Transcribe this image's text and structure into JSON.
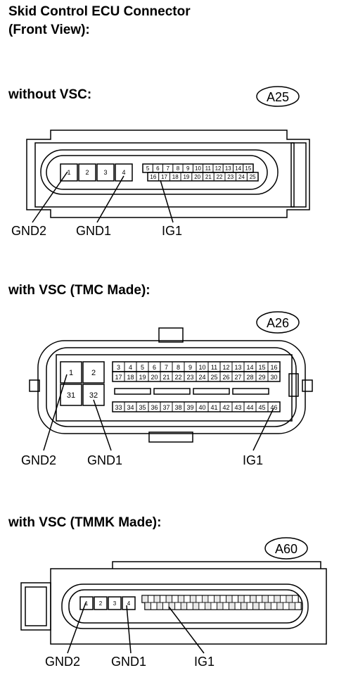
{
  "title": {
    "line1": "Skid Control ECU Connector",
    "line2": "(Front View):"
  },
  "sections": [
    {
      "label": "without VSC:",
      "connector_id": "A25",
      "pins_big": [
        "1",
        "2",
        "3",
        "4"
      ],
      "pins_top_row": [
        "5",
        "6",
        "7",
        "8",
        "9",
        "10",
        "11",
        "12",
        "13",
        "14",
        "15"
      ],
      "pins_bottom_row": [
        "16",
        "17",
        "18",
        "19",
        "20",
        "21",
        "22",
        "23",
        "24",
        "25"
      ],
      "terminals": [
        "GND2",
        "GND1",
        "IG1"
      ]
    },
    {
      "label": "with VSC (TMC Made):",
      "connector_id": "A26",
      "pins_big": [
        "1",
        "2",
        "31",
        "32"
      ],
      "pins_row1": [
        "3",
        "4",
        "5",
        "6",
        "7",
        "8",
        "9",
        "10",
        "11",
        "12",
        "13",
        "14",
        "15",
        "16"
      ],
      "pins_row2": [
        "17",
        "18",
        "19",
        "20",
        "21",
        "22",
        "23",
        "24",
        "25",
        "26",
        "27",
        "28",
        "29",
        "30"
      ],
      "pins_row3": [
        "33",
        "34",
        "35",
        "36",
        "37",
        "38",
        "39",
        "40",
        "41",
        "42",
        "43",
        "44",
        "45",
        "46"
      ],
      "terminals": [
        "GND2",
        "GND1",
        "IG1"
      ]
    },
    {
      "label": "with VSC (TMMK Made):",
      "connector_id": "A60",
      "pins_big": [
        "1",
        "2",
        "3",
        "4"
      ],
      "terminals": [
        "GND2",
        "GND1",
        "IG1"
      ]
    }
  ]
}
